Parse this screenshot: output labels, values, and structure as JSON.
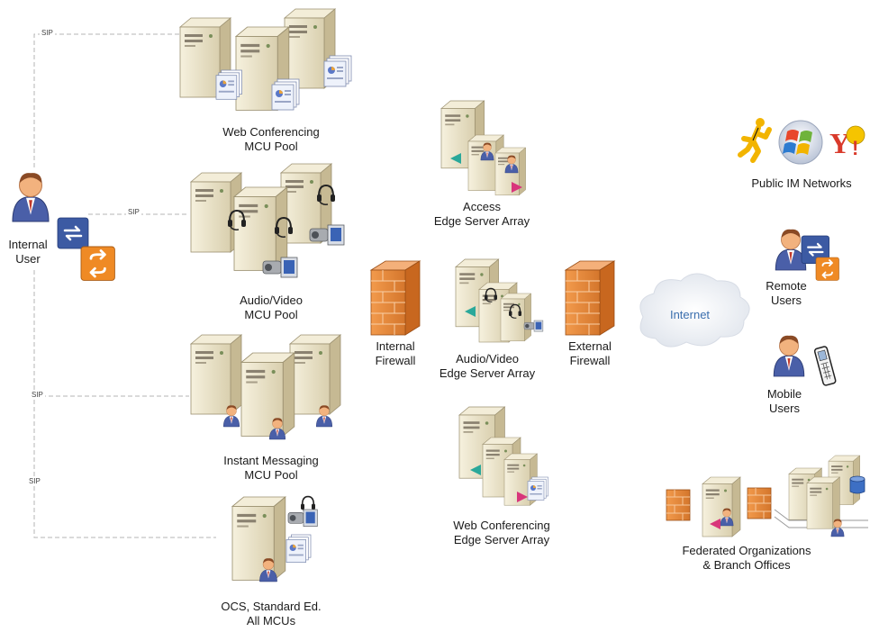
{
  "labels": {
    "web_conf_pool": [
      "Web Conferencing",
      "MCU Pool"
    ],
    "av_pool": [
      "Audio/Video",
      "MCU Pool"
    ],
    "im_pool": [
      "Instant Messaging",
      "MCU Pool"
    ],
    "ocs": [
      "OCS, Standard Ed.",
      "All MCUs"
    ],
    "internal_user": [
      "Internal",
      "User"
    ],
    "access_edge": [
      "Access",
      "Edge Server Array"
    ],
    "av_edge": [
      "Audio/Video",
      "Edge Server Array"
    ],
    "web_edge": [
      "Web Conferencing",
      "Edge Server Array"
    ],
    "internal_firewall": [
      "Internal",
      "Firewall"
    ],
    "external_firewall": [
      "External",
      "Firewall"
    ],
    "internet": "Internet",
    "public_im": "Public IM Networks",
    "remote_users": [
      "Remote",
      "Users"
    ],
    "mobile_users": [
      "Mobile",
      "Users"
    ],
    "federated": [
      "Federated Organizations",
      "& Branch Offices"
    ],
    "sip": "SIP"
  },
  "colors": {
    "server_body": "#ece5cc",
    "server_side": "#c9bd98",
    "firewall": "#e58a3c",
    "user_shirt": "#4a5fa8",
    "connector": "#b5b5b5",
    "cloud": "#e9edf3",
    "internet_text": "#3b6fae"
  },
  "icons": {
    "sync": "sync-icon",
    "aim": "aim-logo",
    "windows": "windows-messenger-logo",
    "yahoo": "yahoo-messenger-logo",
    "phone": "mobile-phone-icon",
    "headset": "headset-icon",
    "camera": "video-camera-icon",
    "documents": "documents-icon",
    "database": "database-icon"
  }
}
